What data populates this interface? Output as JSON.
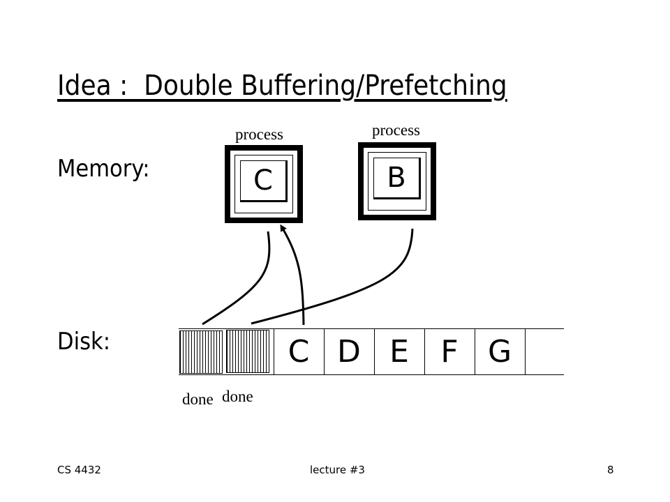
{
  "slide": {
    "title": "Idea :  Double Buffering/Prefetching",
    "memory_label": "Memory:",
    "disk_label": "Disk:"
  },
  "memory": {
    "buffers": [
      {
        "caption": "process",
        "content": "C"
      },
      {
        "caption": "process",
        "content": "B"
      }
    ]
  },
  "disk": {
    "done_blocks": [
      {
        "caption": "done"
      },
      {
        "caption": "done"
      }
    ],
    "blocks": [
      "C",
      "D",
      "E",
      "F",
      "G",
      ""
    ]
  },
  "footer": {
    "course": "CS 4432",
    "lecture": "lecture #3",
    "page": "8"
  }
}
